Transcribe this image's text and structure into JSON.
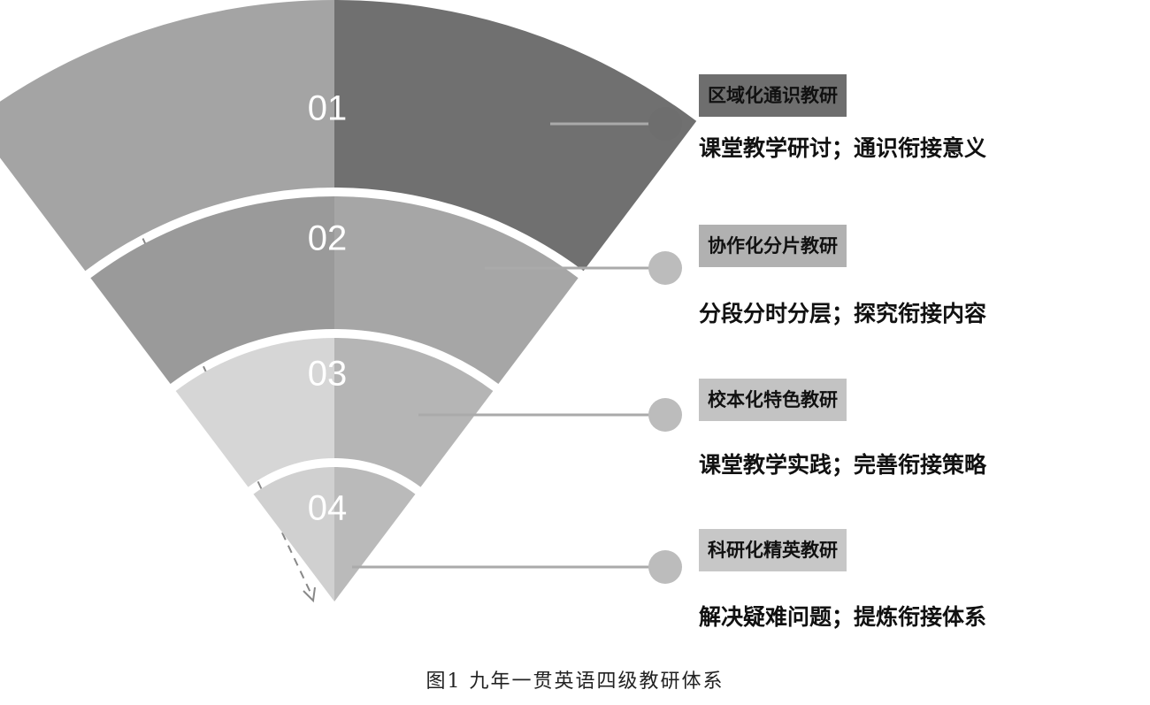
{
  "levels": [
    {
      "num": "01",
      "title": "区域化通识教研",
      "desc": "课堂教学研讨；通识衔接意义",
      "color_left": "#a4a4a4",
      "color_right": "#707070",
      "tag_bg": "#6e6e6e"
    },
    {
      "num": "02",
      "title": "协作化分片教研",
      "desc": "分段分时分层；探究衔接内容",
      "color_left": "#9a9a9a",
      "color_right": "#a6a6a6",
      "tag_bg": "#b1b1b1"
    },
    {
      "num": "03",
      "title": "校本化特色教研",
      "desc": "课堂教学实践；完善衔接策略",
      "color_left": "#d6d6d6",
      "color_right": "#b5b5b5",
      "tag_bg": "#c3c3c3"
    },
    {
      "num": "04",
      "title": "科研化精英教研",
      "desc": "解决疑难问题；提炼衔接体系",
      "color_left": "#d0d0d0",
      "color_right": "#bababa",
      "tag_bg": "#c7c7c7"
    }
  ],
  "caption": "图1  九年一贯英语四级教研体系",
  "colors": {
    "connector": "#aaaaaa",
    "dot_first": "#6e6e6e",
    "dot_other": "#bcbcbc",
    "arrow": "#888888"
  }
}
